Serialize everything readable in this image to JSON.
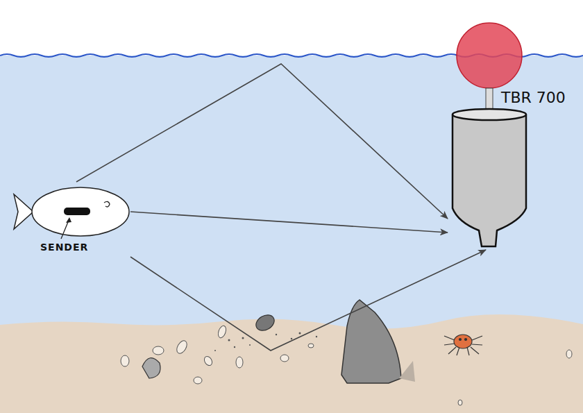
{
  "diagram": {
    "nodes": [
      {
        "text": [
          "SENDER"
        ]
      },
      {
        "text": [
          "TBR 700"
        ]
      }
    ],
    "edges": [
      {
        "from": 0,
        "to": 1,
        "arrow": "to"
      },
      {
        "from": 0,
        "to": 1,
        "arrow": "to"
      },
      {
        "from": 0,
        "to": 1,
        "arrow": "to"
      }
    ]
  }
}
